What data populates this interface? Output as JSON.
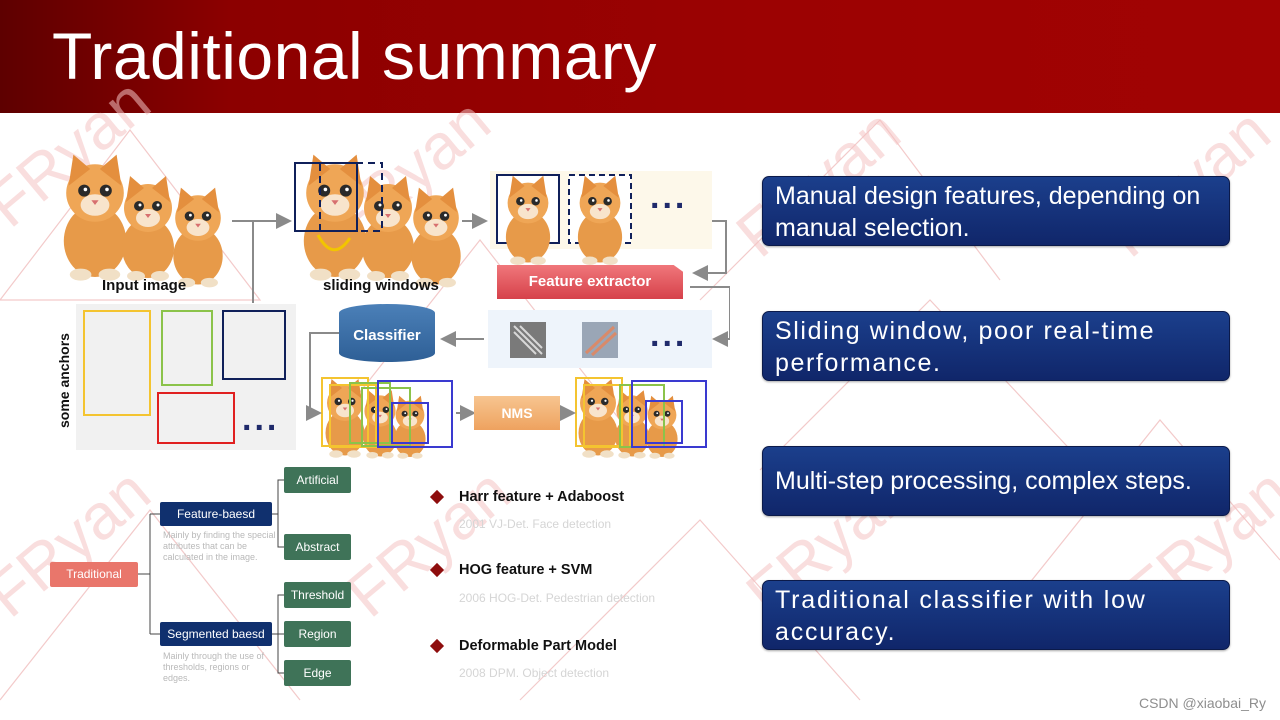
{
  "slide": {
    "title": "Traditional summary",
    "credit": "CSDN @xiaobai_Ry"
  },
  "pipeline": {
    "input_label": "Input image",
    "sliding_label": "sliding windows",
    "feature_extractor": "Feature extractor",
    "classifier": "Classifier",
    "nms": "NMS",
    "anchors_label": "some anchors",
    "ellipsis": "..."
  },
  "tree": {
    "root": "Traditional",
    "feature_based": {
      "label": "Feature-baesd",
      "note": "Mainly by finding the special attributes that can be calculated in the image.",
      "children": [
        "Artificial",
        "Abstract"
      ]
    },
    "segmented_based": {
      "label": "Segmented baesd",
      "note": "Mainly through the use of thresholds, regions or edges.",
      "children": [
        "Threshold",
        "Region",
        "Edge"
      ]
    }
  },
  "methods": [
    {
      "title": "Harr feature + Adaboost",
      "subtitle": "2001 VJ-Det. Face detection"
    },
    {
      "title": "HOG feature + SVM",
      "subtitle": "2006 HOG-Det. Pedestrian detection"
    },
    {
      "title": "Deformable Part Model",
      "subtitle": "2008 DPM. Object detection"
    }
  ],
  "summary_points": [
    "Manual design features, depending on manual selection.",
    "Sliding window, poor real-time performance.",
    "Multi-step processing, complex steps.",
    "Traditional classifier with low accuracy."
  ],
  "watermark_text": "FRyan",
  "colors": {
    "header": "#9c0202",
    "card": "#132e78",
    "feature_extractor": "#e45a60",
    "classifier": "#3a6ea7",
    "nms": "#f2b074",
    "tree_dark": "#10306e",
    "tree_green": "#3f7358",
    "tree_root": "#e9766b",
    "anchor_yellow": "#f4c430",
    "anchor_green": "#8bc34a",
    "anchor_navy": "#10205a",
    "anchor_red": "#e02020"
  },
  "icons": [
    "cat-image",
    "arrow-right-icon",
    "arrow-left-icon",
    "diamond-bullet-icon",
    "gabor-filter-icon"
  ]
}
